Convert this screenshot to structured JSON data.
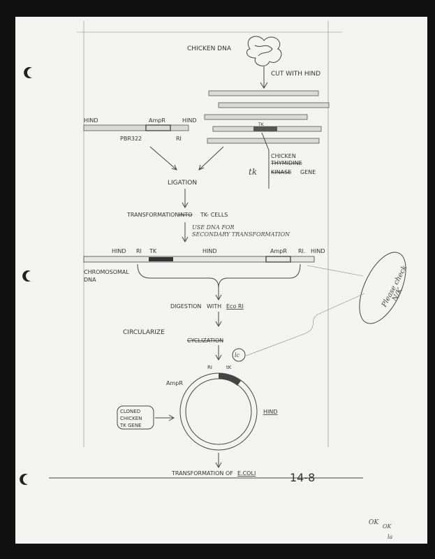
{
  "top": {
    "chicken_dna": "CHICKEN DNA",
    "cut_with": "CUT WITH HIND"
  },
  "plasmid": {
    "hind_left": "HIND",
    "amp": "AmpR",
    "hind_right": "HIND",
    "name": "PBR322",
    "ri": "RI"
  },
  "tk_note": {
    "tk_label": "TK",
    "line1": "CHICKEN",
    "line2_struck": "THYMIDINE",
    "tk": "tk",
    "line3_struck": "KINASE",
    "gene": "GENE"
  },
  "steps": {
    "ligation": "LIGATION",
    "transformation_a": "TRANSFORMATION",
    "transformation_b": "INTO",
    "transformation_c": "TK- CELLS",
    "use_dna_1": "USE DNA FOR",
    "use_dna_2": "SECONDARY TRANSFORMATION",
    "digestion_a": "DIGESTION",
    "digestion_b": "WITH",
    "digestion_c": "Eco RI",
    "circularize": "CIRCULARIZE",
    "cyclization": "CYCLIZATION",
    "final_a": "TRANSFORMATION OF",
    "final_b": "E.COLI"
  },
  "chromosome": {
    "labels": [
      "HIND",
      "RI",
      "TK",
      "HIND",
      "AmpR",
      "RI.",
      "HIND"
    ],
    "caption_1": "CHROMOSOMAL",
    "caption_2": "DNA"
  },
  "circle": {
    "ri": "RI",
    "tk": "tK",
    "amp": "AmpR",
    "hind": "HIND",
    "cloned_1": "CLONED",
    "cloned_2": "CHICKEN",
    "cloned_3": "TK GENE",
    "initials": "lc"
  },
  "annotations": {
    "page_number": "14-8",
    "check_1": "Please check",
    "check_2": "N/K",
    "ok_1": "OK",
    "ok_2": "OK",
    "initials": "la"
  }
}
